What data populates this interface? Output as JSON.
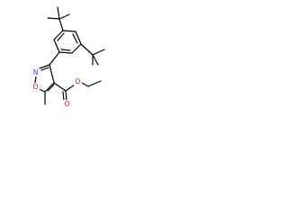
{
  "molecule": {
    "atom_labels": {
      "isoxazole_n": "N",
      "isoxazole_o": "O",
      "carbonyl_o": "O",
      "ester_o": "O"
    },
    "colors": {
      "bond": "#000000",
      "nitrogen": "#2b2bff",
      "oxygen": "#ff0000",
      "background": "#ffffff"
    }
  }
}
